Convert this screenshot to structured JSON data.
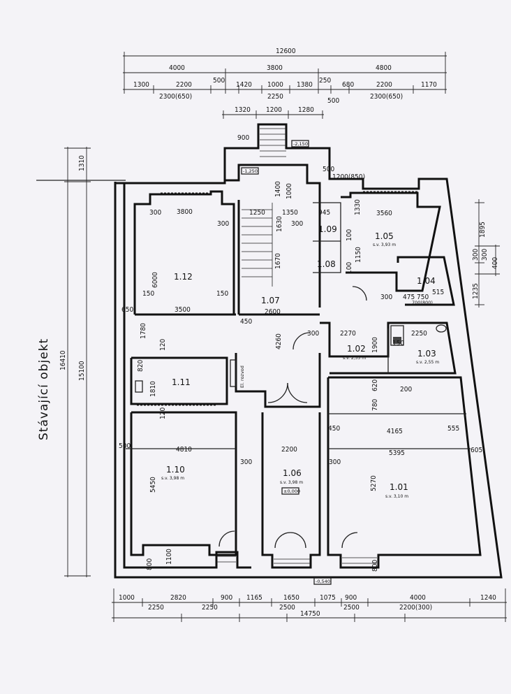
{
  "side_label": "Stávající objekt",
  "top_dims": {
    "total": "12600",
    "row2": [
      "4000",
      "3800",
      "4800"
    ],
    "row3": [
      "1300",
      "2200",
      "500",
      "1420",
      "1000",
      "1380",
      "250",
      "680",
      "2200",
      "1170"
    ],
    "row3b": [
      "2300(650)",
      "2250",
      "500",
      "2300(650)"
    ],
    "row4": [
      "1320",
      "1200",
      "1280"
    ],
    "entrance": [
      "900",
      "1200(850)",
      "500"
    ]
  },
  "bottom_dims": {
    "row1": [
      "1000",
      "2820",
      "900",
      "1165",
      "1650",
      "1075",
      "900",
      "4000",
      "1240"
    ],
    "row2": [
      "2250",
      "2250",
      "2500",
      "2500",
      "2200(300)"
    ],
    "total": "14750"
  },
  "left_dims": [
    "1310",
    "16410",
    "15100"
  ],
  "right_dims": [
    "1895",
    "300",
    "300",
    "400",
    "1235"
  ],
  "levels": [
    "-2,150",
    "-1,250",
    "±0,000",
    "-0,540"
  ],
  "rooms": [
    {
      "id": "1.12"
    },
    {
      "id": "1.11"
    },
    {
      "id": "1.10",
      "area": "s.v. 3,98 m"
    },
    {
      "id": "1.09"
    },
    {
      "id": "1.08"
    },
    {
      "id": "1.07"
    },
    {
      "id": "1.06",
      "area": "s.v. 3,98 m"
    },
    {
      "id": "1.05",
      "area": "s.v. 3,93 m"
    },
    {
      "id": "1.04"
    },
    {
      "id": "1.03",
      "area": "s.v. 2,55 m"
    },
    {
      "id": "1.02",
      "area": "s.v. 2,55 m"
    },
    {
      "id": "1.01",
      "area": "s.v. 3,10 m"
    }
  ],
  "inner_dims": [
    "3800",
    "300",
    "6000",
    "150",
    "150",
    "650",
    "3500",
    "1780",
    "120",
    "820",
    "1810",
    "120",
    "500",
    "4810",
    "300",
    "5450",
    "1100",
    "800",
    "1250",
    "1350",
    "300",
    "1630",
    "1670",
    "2600",
    "4260",
    "450",
    "300",
    "2270",
    "1900",
    "945",
    "1330",
    "3560",
    "100",
    "1150",
    "100",
    "300",
    "475",
    "750",
    "515",
    "2250",
    "150",
    "620",
    "780",
    "200",
    "450",
    "4165",
    "555",
    "5395",
    "605",
    "2200",
    "300",
    "5270",
    "800",
    "300",
    "1400",
    "1000",
    "700(800)"
  ],
  "labels": {
    "el_meter": "El. rozvod"
  }
}
